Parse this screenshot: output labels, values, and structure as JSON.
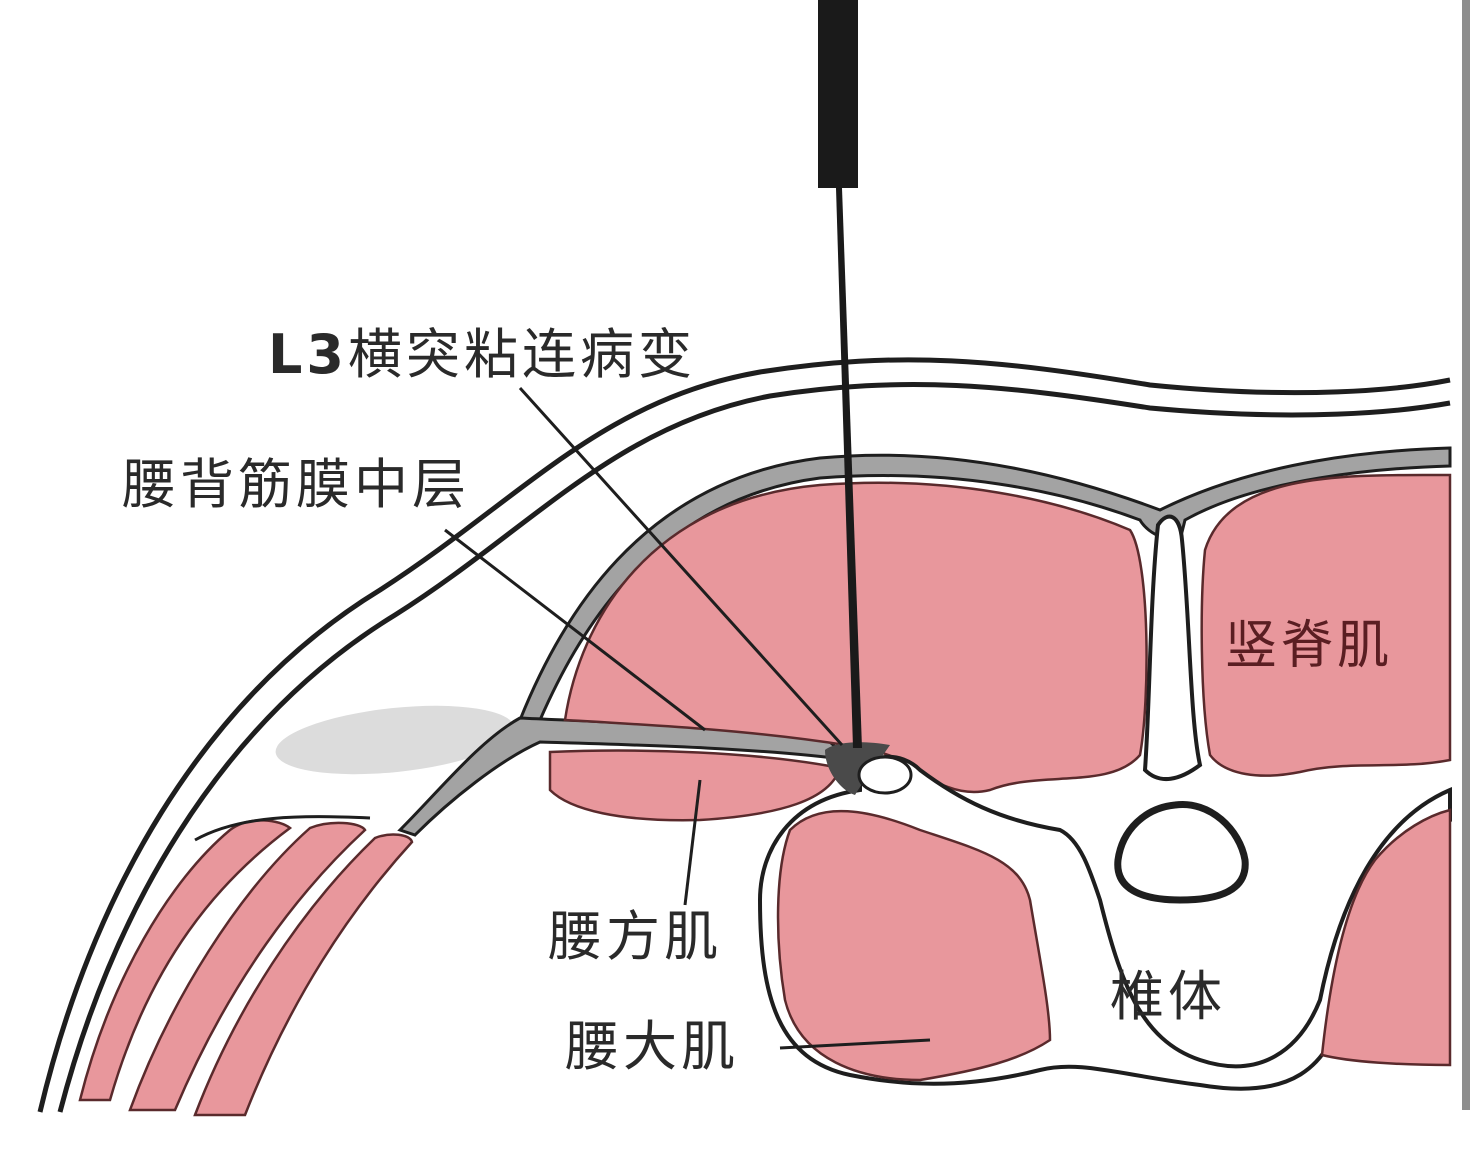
{
  "diagram": {
    "type": "anatomical cross-section (lumbar region, L3 level) with needle insertion",
    "colors": {
      "muscle_fill": "#e8979c",
      "muscle_outline": "#5a2a2c",
      "fascia_gray": "#a3a3a3",
      "skin_outline": "#1e1e1e",
      "needle": "#1a1a1a",
      "fat_pad": "#dcdcdc",
      "lesion": "#4a4a4a",
      "background": "#ffffff"
    },
    "labels": {
      "lesion": {
        "prefix": "L",
        "subscript": "3",
        "text": "横突粘连病变"
      },
      "fascia_middle_layer": "腰背筋膜中层",
      "erector_spinae": "竖脊肌",
      "quadratus_lumborum": "腰方肌",
      "psoas_major": "腰大肌",
      "vertebral_body": "椎体"
    },
    "icons": {
      "needle": "needle-icon"
    }
  }
}
